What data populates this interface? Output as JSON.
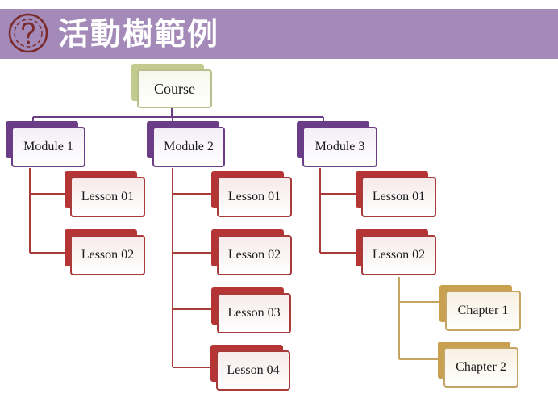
{
  "header": {
    "title": "活動樹範例",
    "icon": "question-circle-icon",
    "background": "#a48ab8"
  },
  "tree": {
    "root": {
      "label": "Course",
      "color": "#c3cc8e"
    },
    "modules": [
      {
        "label": "Module 1",
        "lessons": [
          "Lesson 01",
          "Lesson 02"
        ]
      },
      {
        "label": "Module 2",
        "lessons": [
          "Lesson 01",
          "Lesson 02",
          "Lesson 03",
          "Lesson 04"
        ]
      },
      {
        "label": "Module 3",
        "lessons": [
          "Lesson 01",
          "Lesson 02"
        ],
        "chapters": [
          "Chapter 1",
          "Chapter 2"
        ]
      }
    ],
    "colors": {
      "module": "#6a3d86",
      "lesson": "#b53535",
      "chapter": "#c9a050"
    }
  }
}
